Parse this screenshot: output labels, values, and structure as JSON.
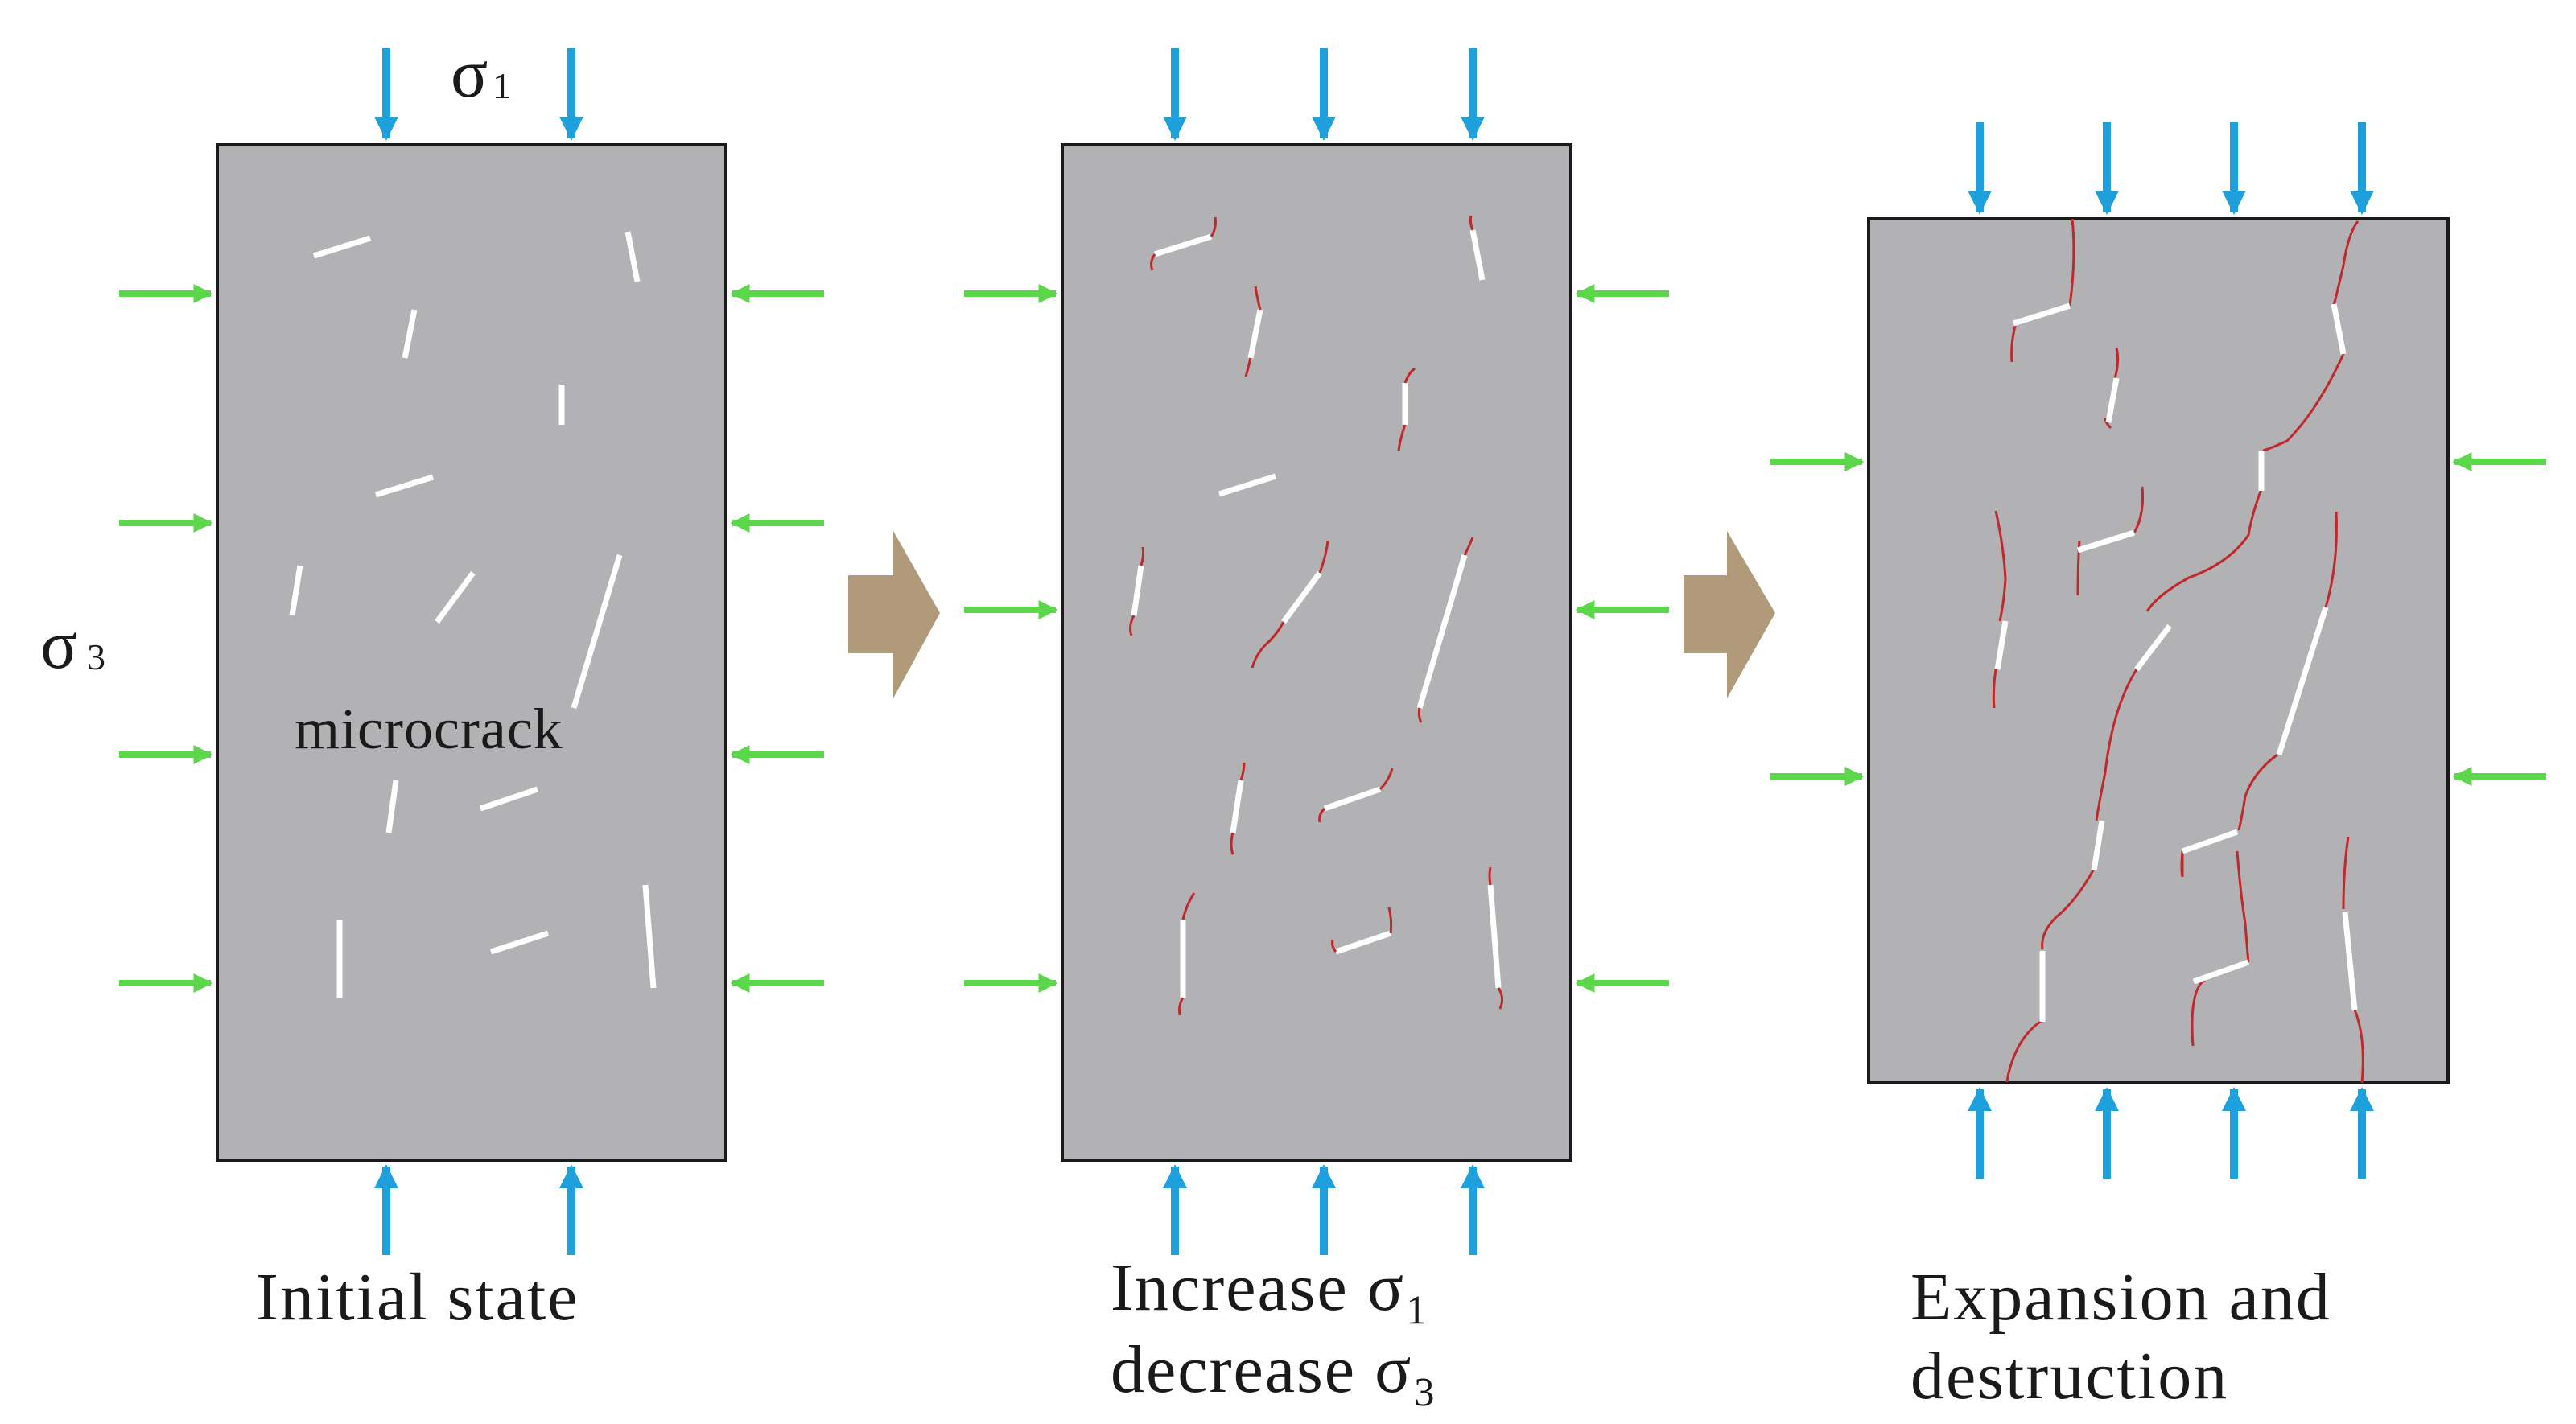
{
  "labels": {
    "sigma1": "σ",
    "sigma1_sub": "1",
    "sigma3": "σ",
    "sigma3_sub": "3",
    "microcrack": "microcrack"
  },
  "panels": [
    {
      "caption_lines": [
        "Initial state"
      ]
    },
    {
      "caption_lines": [
        "Increase σ₁",
        "decrease σ₃"
      ]
    },
    {
      "caption_lines": [
        "Expansion and",
        "destruction"
      ]
    }
  ],
  "colors": {
    "specimen_fill": "#b2b2b4",
    "specimen_border": "#1a1a1a",
    "axial_arrow": "#1ea0dc",
    "lateral_arrow": "#5cd64a",
    "transition_arrow": "#b09a7a",
    "microcrack": "#ffffff",
    "propagated_crack": "#c0282c"
  },
  "icons": {
    "axial_load": "arrow-vertical-icon",
    "lateral_load": "arrow-horizontal-icon",
    "stage_transition": "block-arrow-right-icon"
  }
}
